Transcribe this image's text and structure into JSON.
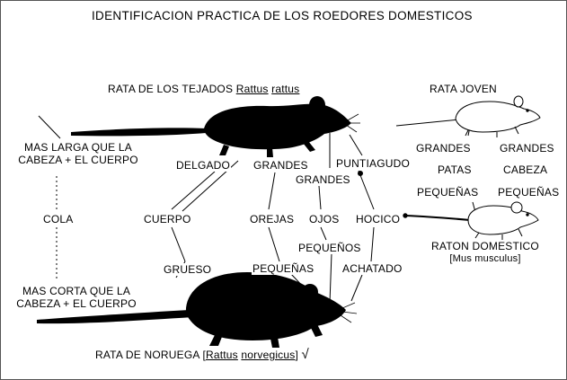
{
  "title": "IDENTIFICACION PRACTICA DE LOS ROEDORES DOMESTICOS",
  "roof_rat": {
    "prefix": "RATA DE LOS TEJADOS",
    "genus": "Rattus",
    "species": "rattus"
  },
  "norway_rat": {
    "prefix": "RATA DE NORUEGA [",
    "genus": "Rattus",
    "species": "norvegicus",
    "suffix": "]",
    "check": "√"
  },
  "young_rat": "RATA JOVEN",
  "house_mouse": {
    "name": "RATON DOMESTICO",
    "sci": "[Mus musculus]"
  },
  "tail": {
    "label": "COLA",
    "long_line1": "MAS LARGA QUE LA",
    "long_line2": "CABEZA + EL CUERPO",
    "short_line1": "MAS CORTA QUE LA",
    "short_line2": "CABEZA + EL CUERPO"
  },
  "body": {
    "label": "CUERPO",
    "thin": "DELGADO",
    "thick": "GRUESO"
  },
  "ears": {
    "label": "OREJAS",
    "large": "GRANDES",
    "small": "PEQUEÑAS"
  },
  "eyes": {
    "label": "OJOS",
    "large": "GRANDES",
    "small": "PEQUEÑOS"
  },
  "snout": {
    "label": "HOCICO",
    "pointed": "PUNTIAGUDO",
    "blunt": "ACHATADO"
  },
  "feet": {
    "label": "PATAS",
    "large": "GRANDES",
    "small": "PEQUEÑAS"
  },
  "head": {
    "label": "CABEZA",
    "large": "GRANDES",
    "small": "PEQUEÑAS"
  }
}
